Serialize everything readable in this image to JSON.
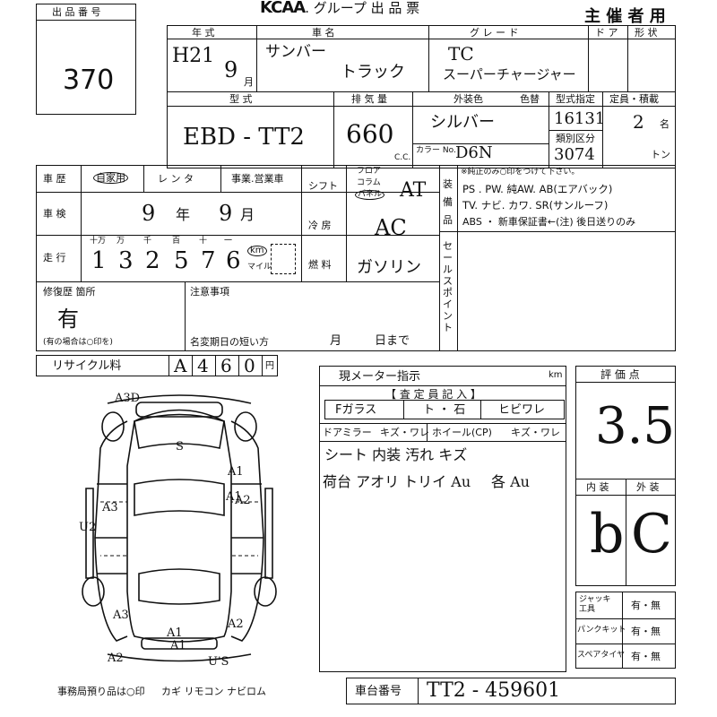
{
  "header": {
    "lot_label": "出 品 番 号",
    "lot_number": "370",
    "group_brand": "KCAA",
    "group_title": ". グループ 出 品 票",
    "organizer": "主 催 者 用"
  },
  "vehicle": {
    "year_label": "年 式",
    "year": "H21",
    "month": "9",
    "month_unit": "月",
    "name_label": "車 名",
    "name_line1": "サンバー",
    "name_line2": "トラック",
    "grade_label": "グ レ ー ド",
    "grade_line1": "TC",
    "grade_line2": "スーパーチャージャー",
    "door_label": "ド ア",
    "shape_label": "形 状",
    "model_label": "型 式",
    "model": "EBD - TT2",
    "displacement_label": "排 気 量",
    "displacement": "660",
    "cc_unit": "C.C.",
    "color_label": "外装色",
    "color": "シルバー",
    "color_no_label": "色替",
    "color_code_label": "カラー No.",
    "color_code": "D6N",
    "type_spec_label": "型式指定",
    "type_spec": "16131",
    "class_label": "類別区分",
    "class_value": "3074",
    "capacity_label": "定員・積載",
    "capacity": "2",
    "capacity_unit": "名",
    "load_unit": "トン"
  },
  "history": {
    "history_label": "車 歴",
    "private_label": "自家用",
    "rental_label": "レ ン タ",
    "business_label": "事業.営業車",
    "shaken_label": "車 検",
    "shaken_year": "9",
    "year_unit": "年",
    "shaken_month": "9",
    "month_unit": "月",
    "mileage_label": "走 行",
    "digit_labels": [
      "十万",
      "万",
      "千",
      "百",
      "十",
      "一"
    ],
    "mileage_digits": [
      "1",
      "3",
      "2",
      "5",
      "7",
      "6"
    ],
    "km_label": "km",
    "mile_label": "マイル"
  },
  "specs": {
    "shift_label": "シフト",
    "floor_label": "フロア",
    "column_label": "コラム",
    "panel_label": "パネル",
    "shift": "AT",
    "ac_label": "冷 房",
    "ac": "AC",
    "fuel_label": "燃 料",
    "fuel": "ガソリン"
  },
  "equipment": {
    "label": "装 備 品",
    "note": "※純正のみ○印をつけて下さい。",
    "line1": "PS . PW. 純AW. AB(エアバック)",
    "line2": "TV. ナビ. カワ. SR(サンルーフ)",
    "line3": "ABS ・ 新車保証書←(注) 後日送りのみ",
    "sales_point_label": "セールスポイント"
  },
  "repair": {
    "label": "修復歴 箇所",
    "value": "有",
    "note": "(有の場合は○印を)",
    "notes_label": "注意事項",
    "transfer_label": "名変期日の短い方",
    "month_unit": "月",
    "day_unit": "日まで"
  },
  "recycle": {
    "label": "リサイクル料",
    "digits": [
      "A",
      "4",
      "6",
      "0"
    ],
    "unit": "円"
  },
  "inspection": {
    "meter_label": "現メーター指示",
    "meter_unit": "km",
    "inspector_label": "【 査 定 員 記 入 】",
    "windshield_label": "Fガラス",
    "windshield_opts": "ト ・ 石",
    "crack_label": "ヒビワレ",
    "mirror_label": "ドアミラー",
    "mirror_opts": "キズ・ワレ",
    "wheel_label": "ホイール(CP)",
    "wheel_opts": "キズ・ワレ",
    "note1": "シート 内装 汚れ キズ",
    "note2": "荷台 アオリ トリイ Au",
    "note3": "各 Au"
  },
  "grade": {
    "score_label": "評 価 点",
    "score": "3.5",
    "interior_label": "内 装",
    "exterior_label": "外 装",
    "interior": "b",
    "exterior": "C"
  },
  "accessories": {
    "jack_label": "ジャッキ工具",
    "jack_value": "有・無",
    "puncture_label": "パンクキット",
    "puncture_value": "有・無",
    "spare_label": "スペアタイヤ",
    "spare_value": "有・無"
  },
  "footer": {
    "office_note": "事務局預り品は○印",
    "items": "カギ リモコン ナビロム",
    "chassis_label": "車台番号",
    "chassis": "TT2 - 459601"
  },
  "diagram": {
    "marks": [
      "A3D",
      "S",
      "A1",
      "A1",
      "A3",
      "A2",
      "U2",
      "A3",
      "A2",
      "A1",
      "A1",
      "A2",
      "U'S"
    ]
  }
}
